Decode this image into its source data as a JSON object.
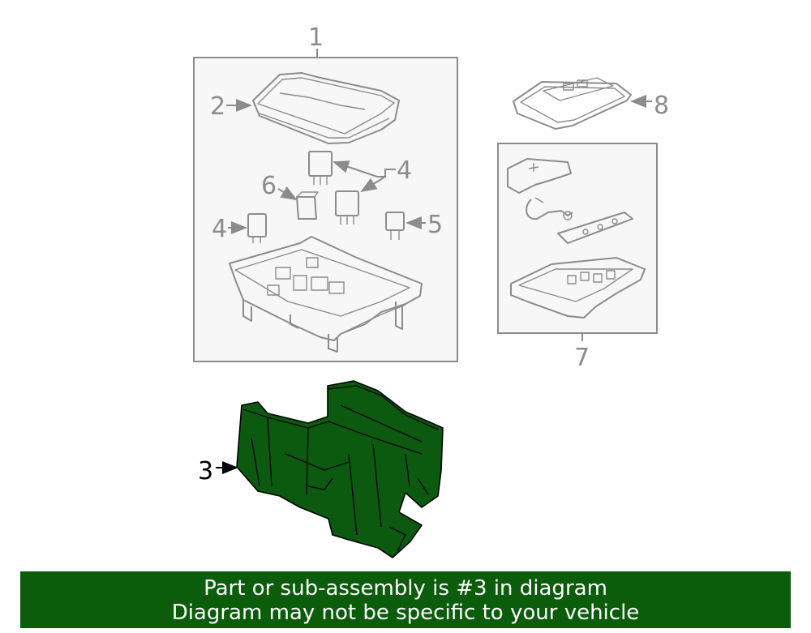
{
  "callouts": {
    "c1": "1",
    "c2": "2",
    "c3": "3",
    "c4a": "4",
    "c4b": "4",
    "c5": "5",
    "c6": "6",
    "c7": "7",
    "c8": "8"
  },
  "highlight": {
    "part_number": "3",
    "fill_color": "#0b5a10"
  },
  "banner": {
    "line1": "Part or sub-assembly is #3 in diagram",
    "line2": "Diagram may not be specific to your vehicle",
    "background": "#0b5c0b"
  }
}
